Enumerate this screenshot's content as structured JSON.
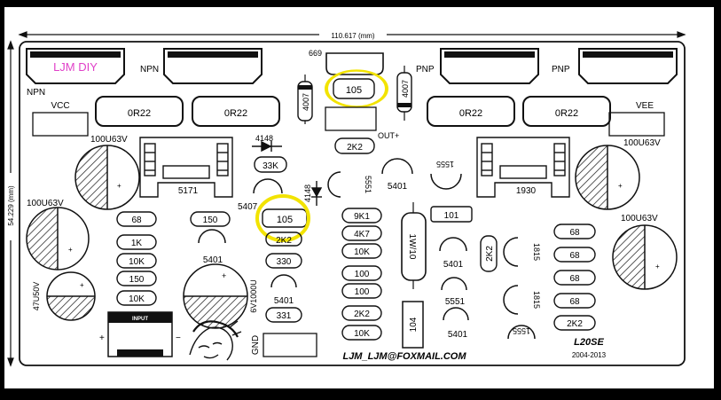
{
  "dimensions": {
    "width": "110.617 (mm)",
    "height": "54.229 (mm)"
  },
  "brand": {
    "logo": "LJM DIY",
    "model": "L20SE",
    "years": "2004-2013",
    "email": "LJM_LJM@FOXMAIL.COM"
  },
  "colors": {
    "highlight": "#f2e300",
    "logo": "#e040c8",
    "ink": "#111111",
    "background": "#ffffff",
    "frame": "#000000"
  },
  "labels": {
    "npn": "NPN",
    "pnp": "PNP",
    "vcc": "VCC",
    "vee": "VEE",
    "out": "OUT+",
    "gnd": "GND",
    "input": "INPUT",
    "plus": "+",
    "minus": "−",
    "cap_plus": "+",
    "c669": "669",
    "c1930": "1930",
    "c5171": "5171",
    "c5407": "5407",
    "diode": "4148",
    "rail_cap": "100U63V",
    "cap_6v": "6V1000U",
    "cap_47": "47U50V",
    "r4007": "4007",
    "r4148b": "4148",
    "r5551v": "5551",
    "r1815": "1815",
    "r1w": "1W/10",
    "r104": "104"
  },
  "resistors": {
    "or22": "0R22",
    "r105": "105",
    "r2k2": "2K2",
    "r33k": "33K",
    "r68": "68",
    "r150": "150",
    "r1k": "1K",
    "r10k": "10K",
    "r331": "331",
    "r330": "330",
    "r9k1": "9K1",
    "r4k7": "4K7",
    "r100": "100",
    "r101": "101"
  },
  "transistors": {
    "t5401": "5401",
    "t5551": "5551",
    "t1555": "1555"
  }
}
